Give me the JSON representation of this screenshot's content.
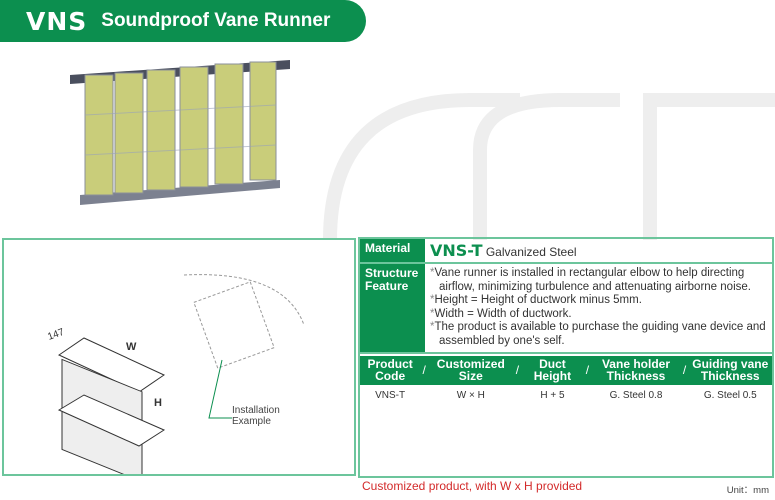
{
  "header": {
    "code": "VNS",
    "name": "Soundproof Vane Runner",
    "color": "#0c8f4f"
  },
  "diagram": {
    "dim_depth": "147",
    "dim_width": "W",
    "dim_height": "H",
    "install_label_1": "Installation",
    "install_label_2": "Example"
  },
  "spec": {
    "material_label": "Material",
    "material_code": "VNS-T",
    "material_value": "Galvanized Steel",
    "feature_label_1": "Structure",
    "feature_label_2": "Feature",
    "bullet": "*",
    "features": [
      "Vane runner is installed in rectangular elbow to help directing airflow, minimizing turbulence and attenuating airborne noise.",
      "Height = Height of ductwork minus 5mm.",
      "Width = Width of ductwork.",
      "The product is available to purchase the guiding vane device and assembled by one's self."
    ]
  },
  "table": {
    "separator": "/",
    "headers": [
      [
        "Product",
        "Code"
      ],
      [
        "Customized",
        "Size"
      ],
      [
        "Duct",
        "Height"
      ],
      [
        "Vane holder",
        "Thickness"
      ],
      [
        "Guiding vane",
        "Thickness"
      ]
    ],
    "rows": [
      [
        "VNS-T",
        "W × H",
        "H + 5",
        "G. Steel 0.8",
        "G. Steel 0.5"
      ]
    ]
  },
  "footer": {
    "note": "Customized product, with W x H provided",
    "unit": "Unit：mm"
  }
}
